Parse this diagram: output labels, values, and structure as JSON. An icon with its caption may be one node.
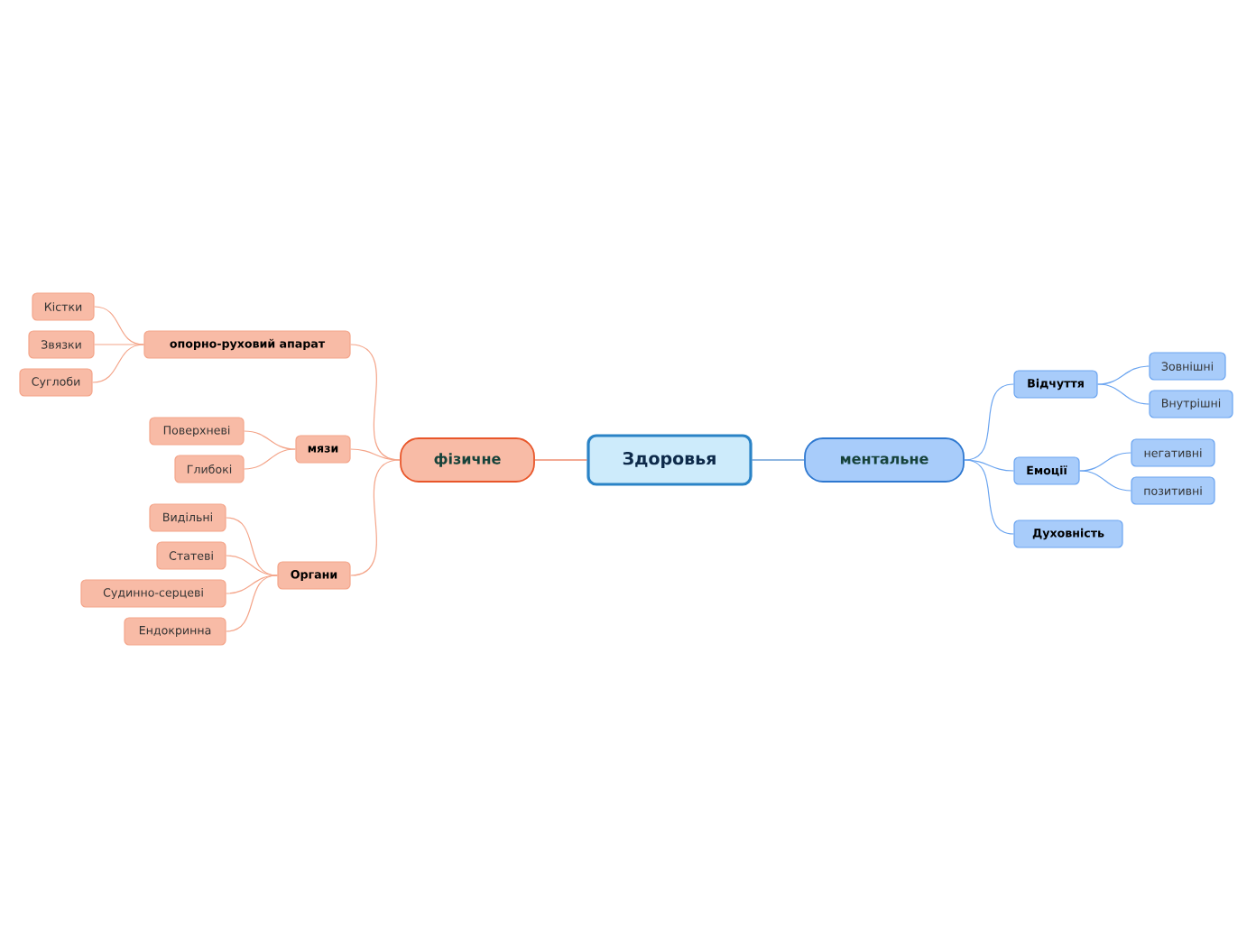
{
  "diagram": {
    "nodes": [
      {
        "text": [
          "Здоровья"
        ]
      },
      {
        "text": [
          "фізичне"
        ]
      },
      {
        "text": [
          "ментальне"
        ]
      },
      {
        "text": [
          "опорно-руховий апарат"
        ]
      },
      {
        "text": [
          "Кістки"
        ]
      },
      {
        "text": [
          "Звязки"
        ]
      },
      {
        "text": [
          "Суглоби"
        ]
      },
      {
        "text": [
          "мязи"
        ]
      },
      {
        "text": [
          "Поверхневі"
        ]
      },
      {
        "text": [
          "Глибокі"
        ]
      },
      {
        "text": [
          "Органи"
        ]
      },
      {
        "text": [
          "Видільні"
        ]
      },
      {
        "text": [
          "Статеві"
        ]
      },
      {
        "text": [
          "Судинно-серцеві"
        ]
      },
      {
        "text": [
          "Ендокринна"
        ]
      },
      {
        "text": [
          "Відчуття"
        ]
      },
      {
        "text": [
          "Зовнішні"
        ]
      },
      {
        "text": [
          "Внутрішні"
        ]
      },
      {
        "text": [
          "Емоції"
        ]
      },
      {
        "text": [
          "негативні"
        ]
      },
      {
        "text": [
          "позитивні"
        ]
      },
      {
        "text": [
          "Духовність"
        ]
      }
    ],
    "edges": [
      {
        "from": 0,
        "to": 1,
        "arrow": "none",
        "color": "#e8562a"
      },
      {
        "from": 0,
        "to": 2,
        "arrow": "none",
        "color": "#1f6fc4"
      },
      {
        "from": 1,
        "to": 3,
        "arrow": "none"
      },
      {
        "from": 1,
        "to": 7,
        "arrow": "none"
      },
      {
        "from": 1,
        "to": 10,
        "arrow": "none"
      },
      {
        "from": 3,
        "to": 4,
        "arrow": "none"
      },
      {
        "from": 3,
        "to": 5,
        "arrow": "none"
      },
      {
        "from": 3,
        "to": 6,
        "arrow": "none"
      },
      {
        "from": 7,
        "to": 8,
        "arrow": "none"
      },
      {
        "from": 7,
        "to": 9,
        "arrow": "none"
      },
      {
        "from": 10,
        "to": 11,
        "arrow": "none"
      },
      {
        "from": 10,
        "to": 12,
        "arrow": "none"
      },
      {
        "from": 10,
        "to": 13,
        "arrow": "none"
      },
      {
        "from": 10,
        "to": 14,
        "arrow": "none"
      },
      {
        "from": 2,
        "to": 15,
        "arrow": "none",
        "color": "#6aa4f0"
      },
      {
        "from": 2,
        "to": 18,
        "arrow": "none",
        "color": "#6aa4f0"
      },
      {
        "from": 2,
        "to": 21,
        "arrow": "none",
        "color": "#6aa4f0"
      },
      {
        "from": 15,
        "to": 16,
        "arrow": "none",
        "color": "#6aa4f0"
      },
      {
        "from": 15,
        "to": 17,
        "arrow": "none",
        "color": "#6aa4f0"
      },
      {
        "from": 18,
        "to": 19,
        "arrow": "none",
        "color": "#6aa4f0"
      },
      {
        "from": 18,
        "to": 20,
        "arrow": "none",
        "color": "#6aa4f0"
      }
    ]
  }
}
